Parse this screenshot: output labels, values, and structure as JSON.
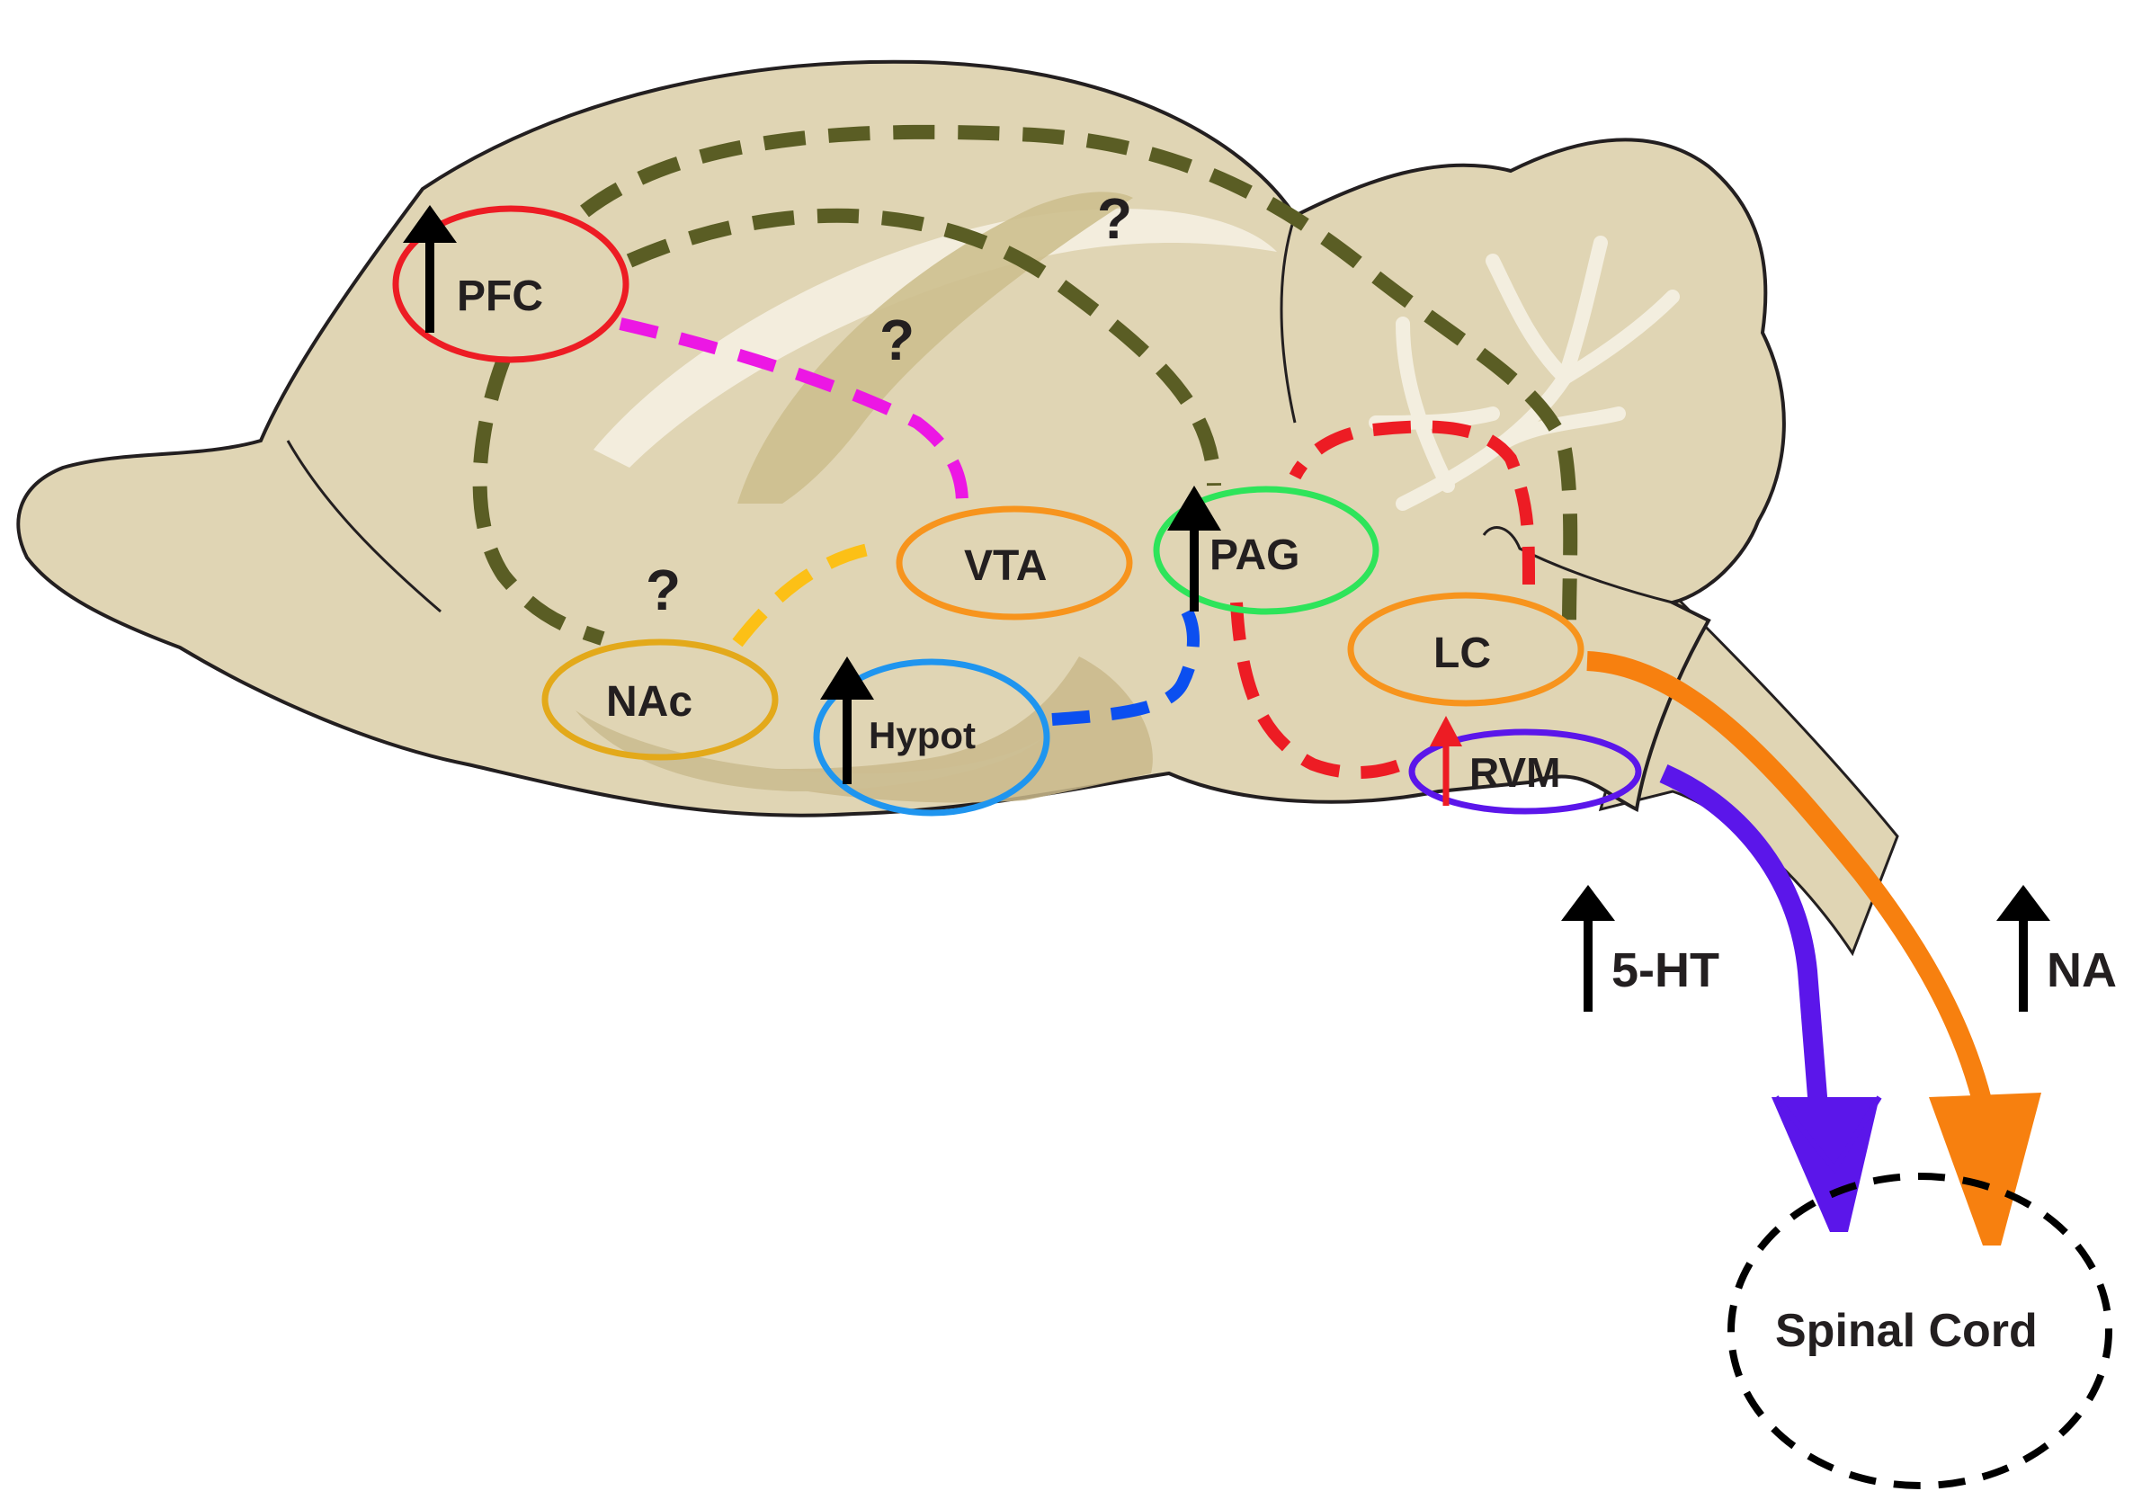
{
  "regions": {
    "pfc": "PFC",
    "vta": "VTA",
    "pag": "PAG",
    "nac": "NAc",
    "hypot": "Hypot",
    "lc": "LC",
    "rvm": "RVM",
    "spinal_cord": "Spinal Cord"
  },
  "unknown_marker": "?",
  "outputs": {
    "serotonin": "5-HT",
    "noradrenaline": "NA"
  },
  "colors": {
    "brain_fill": "#e0d5b4",
    "brain_outline": "#231f20",
    "pathway_olive": "#5a5d24",
    "pfc": "#ed1c24",
    "vta": "#f7941d",
    "pag": "#2ee45a",
    "nac": "#e3a91a",
    "hypot": "#1f95ef",
    "lc": "#f7941d",
    "rvm": "#5b16ea",
    "pfc_vta_path": "#ec17e4",
    "nac_vta_path": "#fcc016",
    "hypot_pag_path": "#0b4ff0",
    "pag_rvm_lc_path": "#ed1c24",
    "serotonin_arrow": "#5b16ea",
    "noradrenaline_arrow": "#f7800f",
    "spinal_cord_outline": "#000000",
    "increase_arrow": "#000000",
    "rvm_increase_arrow": "#ed1c24"
  },
  "icons": {
    "increase": "up-arrow-icon",
    "unknown": "question-mark"
  }
}
